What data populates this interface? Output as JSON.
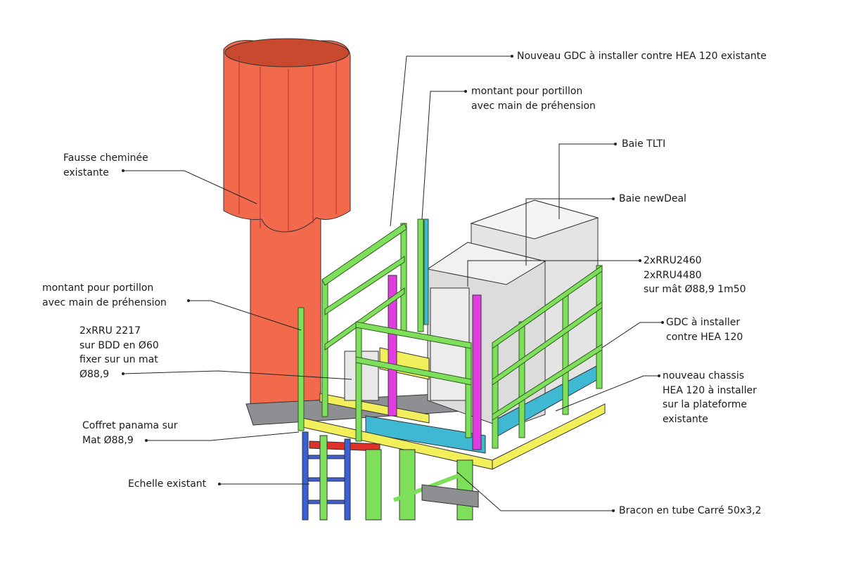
{
  "labels": {
    "nouveau_gdc": [
      "Nouveau GDC à installer contre HEA 120 existante"
    ],
    "montant_top": [
      "montant pour portillon",
      "avec main de préhension"
    ],
    "fausse_cheminee": [
      "Fausse cheminée",
      "existante"
    ],
    "baie_tlti": [
      "Baie TLTI"
    ],
    "baie_newdeal": [
      "Baie newDeal"
    ],
    "rru_mat": [
      "2xRRU2460",
      "2xRRU4480",
      "sur mât Ø88,9 1m50"
    ],
    "montant_left": [
      "montant pour portillon",
      "avec main de préhension"
    ],
    "rru_2217": [
      "2xRRU 2217",
      "sur BDD en Ø60",
      "fixer sur un mat",
      "Ø88,9"
    ],
    "gdc_hea": [
      "GDC à installer",
      "contre HEA 120"
    ],
    "nouveau_chassis": [
      "nouveau chassis",
      "HEA 120 à installer",
      "sur la plateforme",
      "existante"
    ],
    "coffret_panama": [
      "Coffret panama sur",
      "Mat Ø88,9"
    ],
    "echelle": [
      "Echelle existant"
    ],
    "bracon": [
      "Bracon en tube Carré 50x3,2"
    ]
  },
  "colors": {
    "chimney": "#f26a4b",
    "railing": "#7ee05a",
    "beam_yellow": "#f2ef5a",
    "beam_cyan": "#3fb8d4",
    "magenta": "#e23de0",
    "ladder": "#3a5fd6",
    "cabinet": "#e4e4e4"
  }
}
